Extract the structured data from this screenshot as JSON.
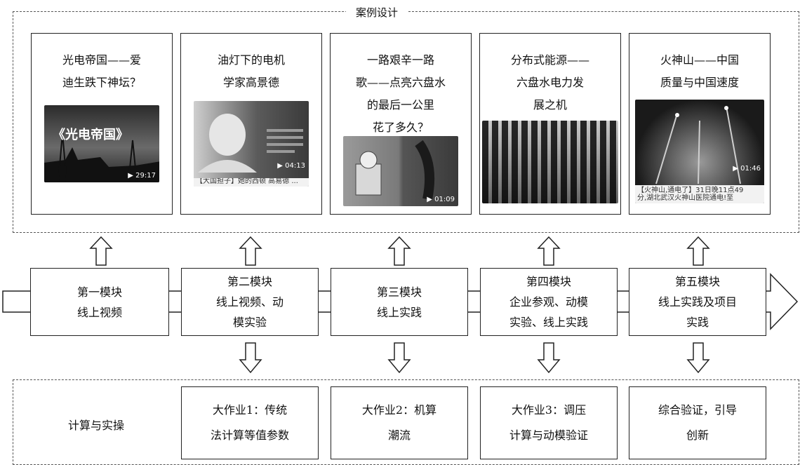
{
  "title": "案例设计",
  "cases": [
    {
      "title": "光电帝国——爱\n迪生跌下神坛？",
      "duration": "29:17",
      "banner": "《光电帝国》"
    },
    {
      "title": "油灯下的电机\n学家高景德",
      "duration": "04:13",
      "caption": "【大国担子】她的西顿 高易德 ..."
    },
    {
      "title": "一路艰辛一路\n歌——点亮六盘水\n的最后一公里\n花了多久？",
      "duration": "01:09"
    },
    {
      "title": "分布式能源——\n六盘水电力发\n展之机"
    },
    {
      "title": "火神山——中国\n质量与中国速度",
      "duration": "01:46",
      "caption": "【火神山,通电了】31日晚11点49\n分,湖北武汉火神山医院通电!至"
    }
  ],
  "modules": [
    "第一模块\n线上视频",
    "第二模块\n线上视频、动\n模实验",
    "第三模块\n线上实践",
    "第四模块\n企业参观、动模\n实验、线上实践",
    "第五模块\n线上实践及项目\n实践"
  ],
  "bottom_label": "计算与实操",
  "assignments": [
    "大作业1：传统\n法计算等值参数",
    "大作业2：机算\n潮流",
    "大作业3：调压\n计算与动模验证",
    "综合验证，引导\n创新"
  ]
}
